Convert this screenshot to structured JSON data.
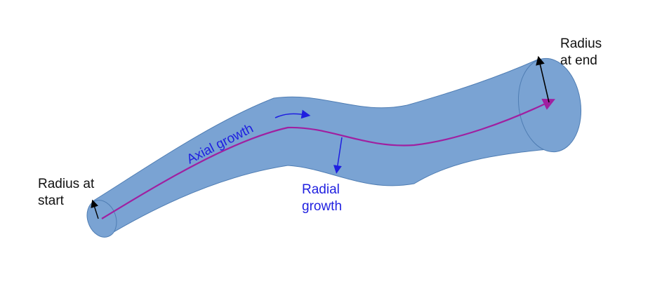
{
  "labels": {
    "radius_start_line1": "Radius at",
    "radius_start_line2": "start",
    "radius_end_line1": "Radius",
    "radius_end_line2": "at end",
    "axial_growth": "Axial growth",
    "radial_line1": "Radial",
    "radial_line2": "growth"
  },
  "colors": {
    "tube_fill": "#7aa3d3",
    "tube_stroke": "#4f7db3",
    "axis_line": "#a020a0",
    "annotation_blue": "#1f1fe0",
    "radius_arrow": "#000000",
    "text_dark": "#111111"
  }
}
